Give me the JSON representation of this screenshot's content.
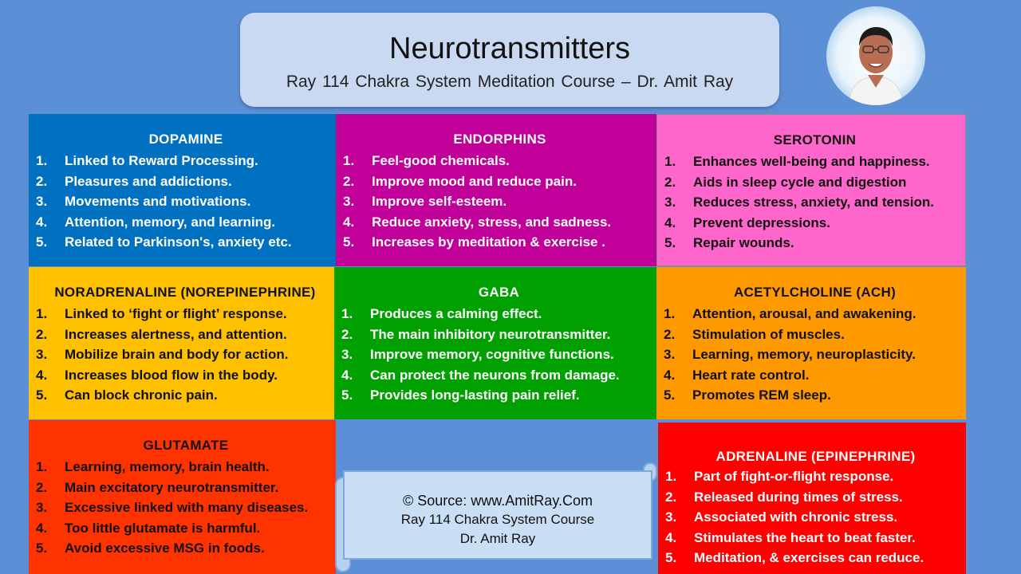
{
  "header": {
    "title": "Neurotransmitters",
    "subtitle": "Ray 114 Chakra System Meditation Course – Dr. Amit Ray"
  },
  "cells": [
    {
      "name": "DOPAMINE",
      "color": "#0070c0",
      "text": "#ffffff",
      "items": [
        "Linked to Reward Processing.",
        "Pleasures and addictions.",
        "Movements and motivations.",
        "Attention, memory, and learning.",
        "Related to Parkinson's,  anxiety etc."
      ]
    },
    {
      "name": "ENDORPHINS",
      "color": "#c00098",
      "text": "#ffffff",
      "items": [
        "Feel-good chemicals.",
        "Improve mood and reduce pain.",
        "Improve self-esteem.",
        "Reduce anxiety, stress, and sadness.",
        "Increases by meditation & exercise ."
      ]
    },
    {
      "name": "SEROTONIN",
      "color": "#ff66cc",
      "text": "#111111",
      "items": [
        "Enhances well-being and happiness.",
        "Aids in sleep cycle and digestion",
        "Reduces stress, anxiety, and tension.",
        "Prevent depressions.",
        "Repair wounds."
      ]
    },
    {
      "name": "NORADRENALINE (NOREPINEPHRINE)",
      "color": "#ffc000",
      "text": "#111111",
      "items": [
        "Linked to ‘fight or flight’ response.",
        "Increases alertness,  and  attention.",
        "Mobilize brain and body for action.",
        "Increases blood flow in the body.",
        "Can block chronic pain."
      ]
    },
    {
      "name": "GABA",
      "color": "#00a000",
      "text": "#ffffff",
      "items": [
        "Produces a calming effect.",
        "The main inhibitory neurotransmitter.",
        "Improve memory, cognitive functions.",
        "Can protect the neurons from damage.",
        "Provides long-lasting  pain relief."
      ]
    },
    {
      "name": "ACETYLCHOLINE (ACH)",
      "color": "#ff9900",
      "text": "#111111",
      "items": [
        "Attention, arousal, and awakening.",
        "Stimulation of muscles.",
        "Learning, memory, neuroplasticity.",
        "Heart rate control.",
        "Promotes REM sleep."
      ]
    },
    {
      "name": "GLUTAMATE",
      "color": "#ff3300",
      "text": "#111111",
      "items": [
        "Learning,  memory,  brain health.",
        "Main excitatory neurotransmitter.",
        "Excessive linked with many diseases.",
        "Too little glutamate is harmful.",
        "Avoid excessive MSG in foods."
      ]
    },
    {
      "name": "ADRENALINE (EPINEPHRINE)",
      "color": "#ff0000",
      "text": "#ffffff",
      "items": [
        "Part of fight-or-flight  response.",
        "Released during  times of stress.",
        "Associated  with chronic stress.",
        "Stimulates the heart to beat faster.",
        "Meditation,  & exercises can reduce."
      ]
    }
  ],
  "source": {
    "line1": "© Source: www.AmitRay.Com",
    "line2": "Ray 114 Chakra System Course",
    "line3": "Dr. Amit Ray"
  },
  "nums": [
    "1.",
    "2.",
    "3.",
    "4.",
    "5."
  ]
}
